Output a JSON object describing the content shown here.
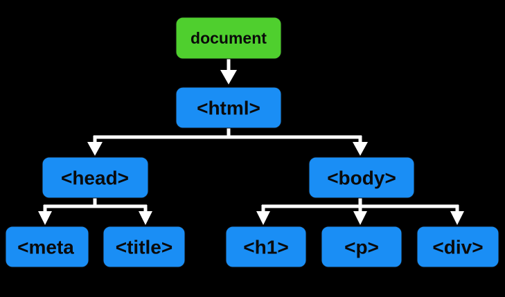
{
  "colors": {
    "background": "#000000",
    "root_node": "#4fcf2e",
    "element_node": "#1a8ef5",
    "connector": "#ffffff"
  },
  "nodes": {
    "document": "document",
    "html": "<html>",
    "head": "<head>",
    "body": "<body>",
    "meta": "<meta",
    "title": "<title>",
    "h1": "<h1>",
    "p": "<p>",
    "div": "<div>"
  },
  "edges": [
    [
      "document",
      "html"
    ],
    [
      "html",
      "head"
    ],
    [
      "html",
      "body"
    ],
    [
      "head",
      "meta"
    ],
    [
      "head",
      "title"
    ],
    [
      "body",
      "h1"
    ],
    [
      "body",
      "p"
    ],
    [
      "body",
      "div"
    ]
  ]
}
